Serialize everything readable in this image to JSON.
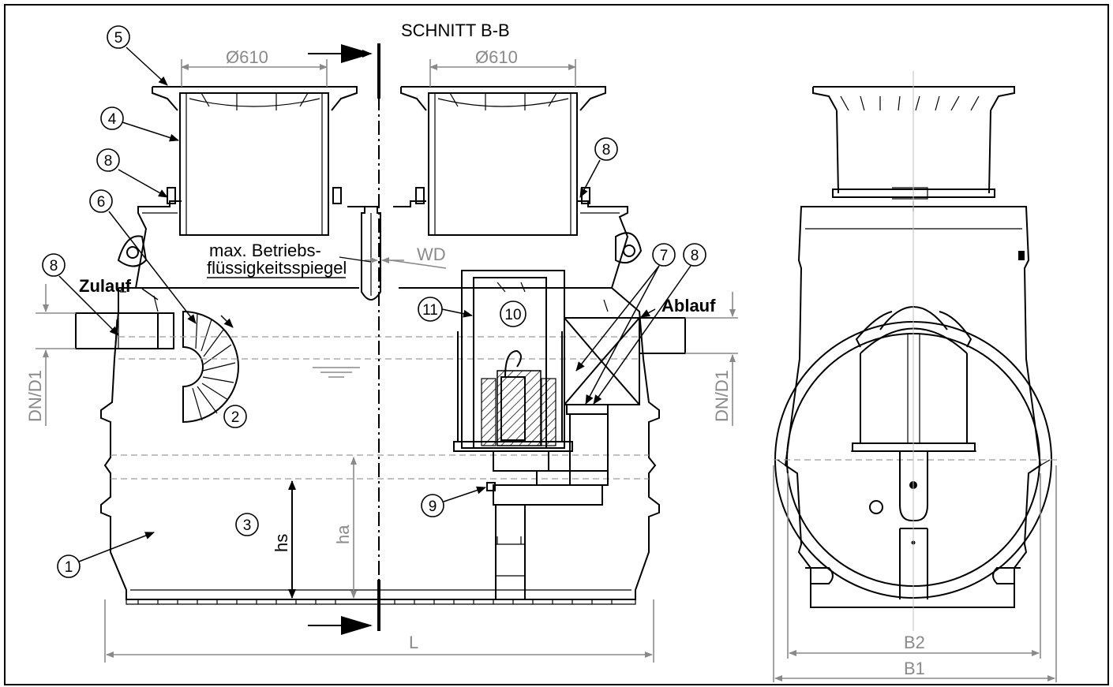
{
  "section_title": "SCHNITT B-B",
  "dimensions": {
    "diameter_left": "Ø610",
    "diameter_right": "Ø610",
    "wd": "WD",
    "dn_left": "DN/D1",
    "dn_right": "DN/D1",
    "hs": "hs",
    "ha": "ha",
    "length": "L",
    "b2": "B2",
    "b1": "B1"
  },
  "labels": {
    "max_level_line1": "max. Betriebs-",
    "max_level_line2": "flüssigkeitsspiegel",
    "inlet": "Zulauf",
    "outlet": "Ablauf"
  },
  "callouts": [
    "1",
    "2",
    "3",
    "4",
    "5",
    "6",
    "7",
    "8",
    "9",
    "10",
    "11"
  ]
}
